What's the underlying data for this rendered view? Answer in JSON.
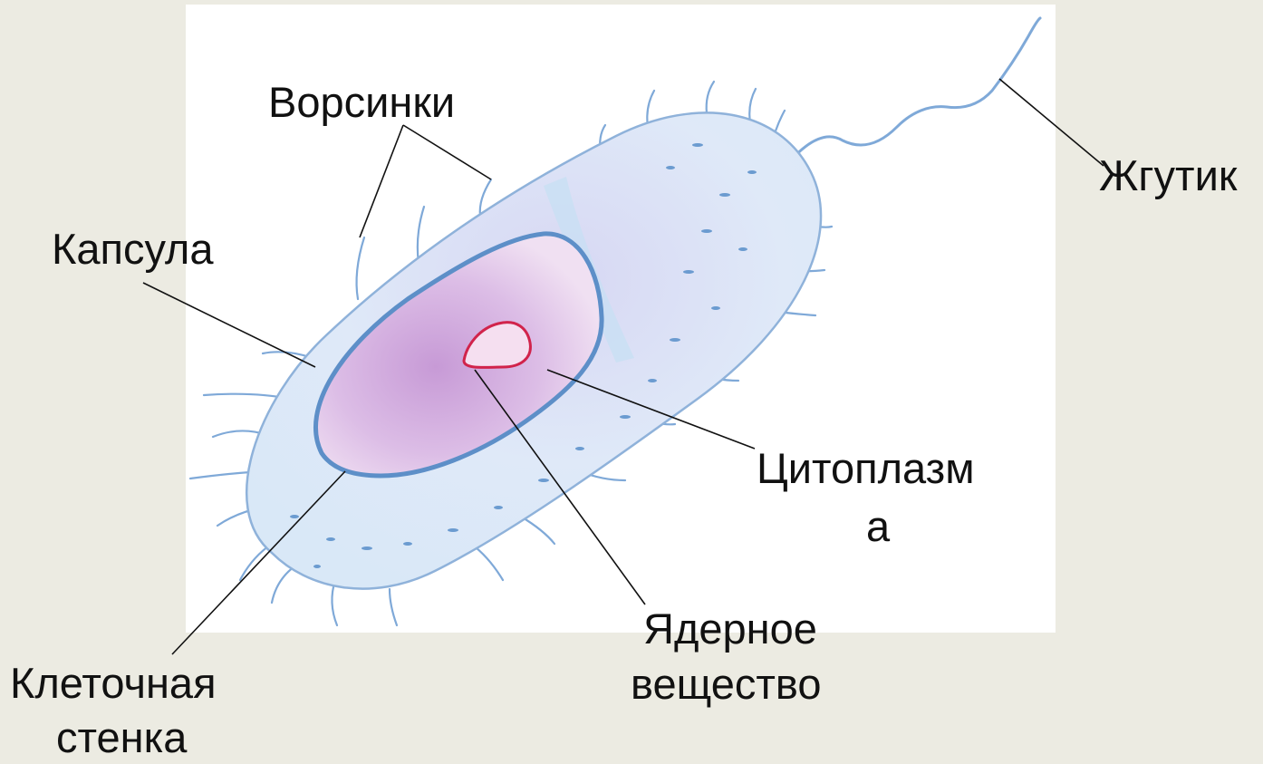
{
  "labels": {
    "villi": "Ворсинки",
    "flagellum": "Жгутик",
    "capsule": "Капсула",
    "cytoplasm_line1": "Цитоплазм",
    "cytoplasm_line2": "а",
    "nuclear_line1": "Ядерное",
    "nuclear_line2": "вещество",
    "cellwall_line1": "Клеточная",
    "cellwall_line2": "стенка"
  },
  "colors": {
    "background": "#ecebe2",
    "paper": "#ffffff",
    "capsule_fill": "#dbe7f7",
    "capsule_outline": "#8fb2da",
    "cell_wall": "#5d8fc8",
    "cytoplasm": "#d9b3de",
    "nucleoid": "#d1234b",
    "hair": "#7fa9d8",
    "leader": "#111111"
  }
}
